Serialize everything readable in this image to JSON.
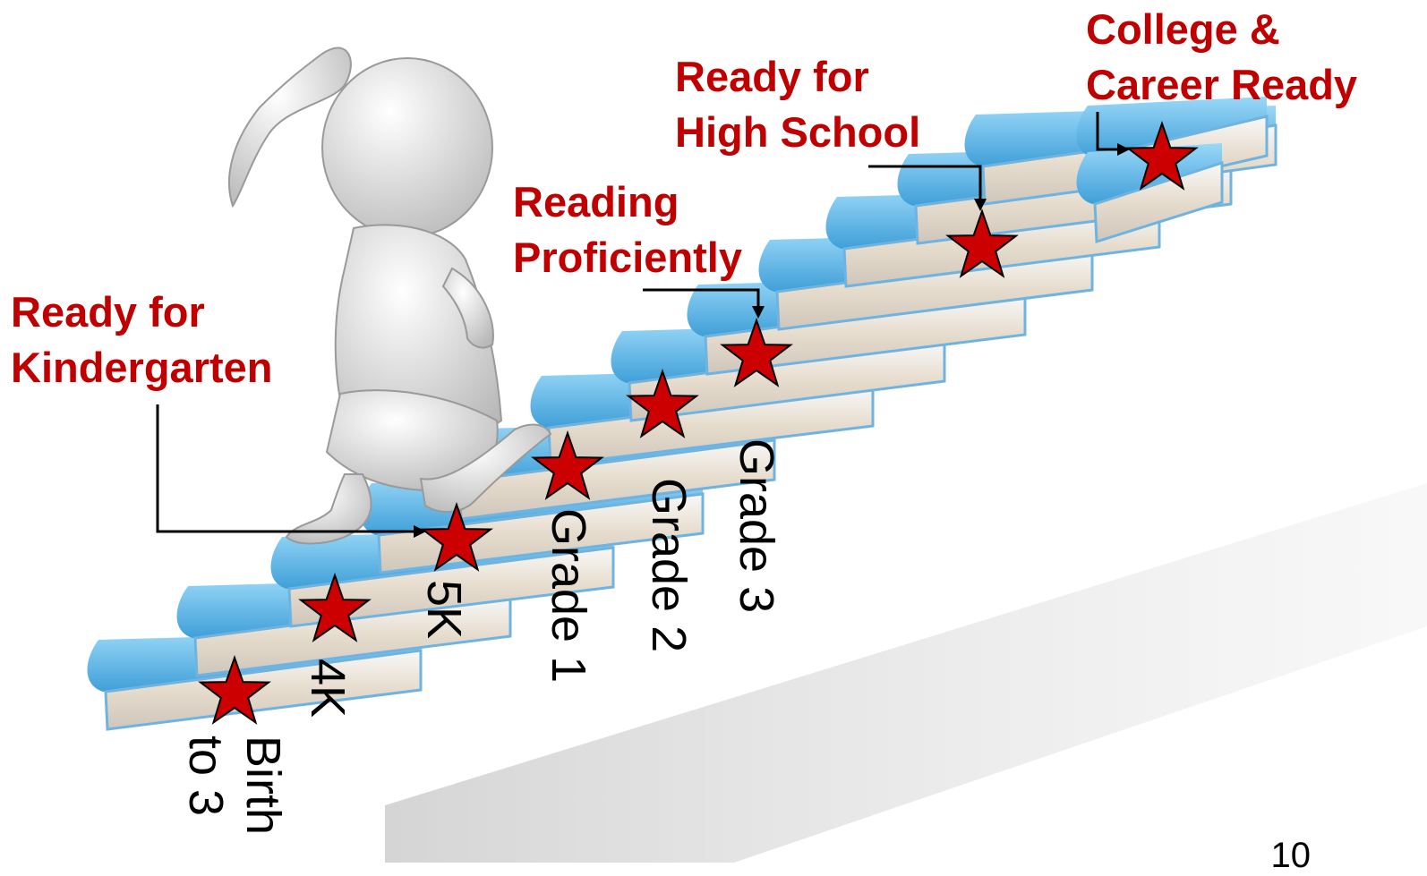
{
  "milestones": {
    "college": [
      "College &",
      "Career Ready"
    ],
    "high_school": [
      "Ready for",
      "High School"
    ],
    "reading": [
      "Reading",
      "Proficiently"
    ],
    "kindergarten": [
      "Ready for",
      "Kindergarten"
    ]
  },
  "stages": {
    "birth": [
      "Birth",
      "to 3"
    ],
    "k4": "4K",
    "k5": "5K",
    "grade1": "Grade 1",
    "grade2": "Grade 2",
    "grade3": "Grade 3"
  },
  "page_number": "10",
  "colors": {
    "label_red": "#c00000",
    "star_red": "#cc0000",
    "book_blue": "#4fa8de",
    "book_blue_light": "#8fd0f4",
    "pages": "#f2f2f2"
  }
}
